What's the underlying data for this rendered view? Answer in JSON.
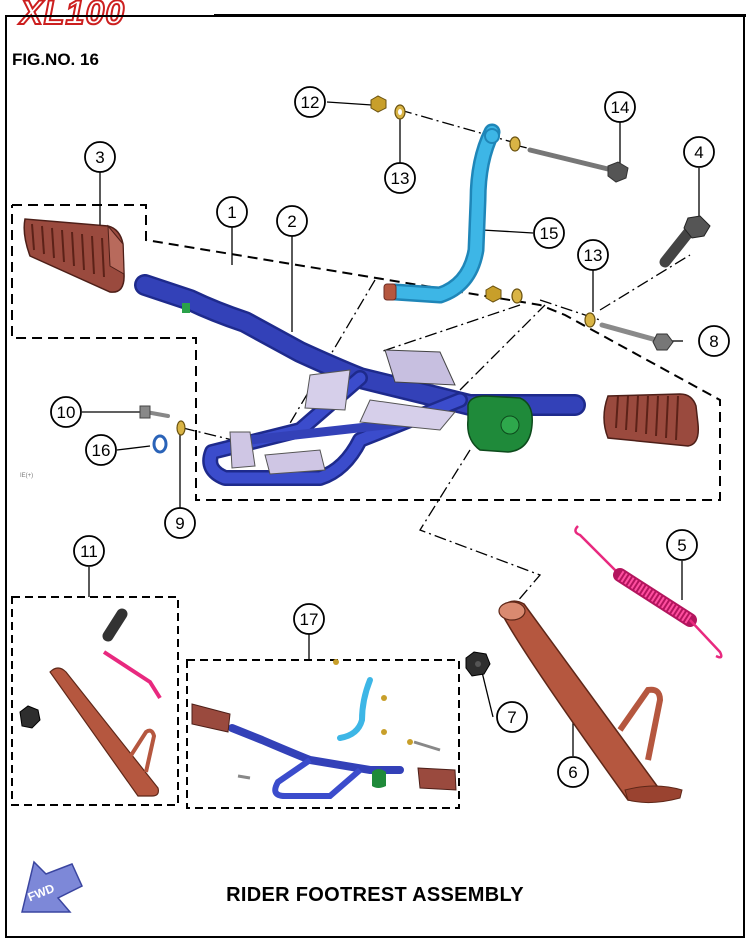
{
  "brand": "XL100",
  "figure_number": "FIG.NO. 16",
  "title": "RIDER FOOTREST ASSEMBLY",
  "fwd_label": "FWD",
  "tiny_note": "IE(+)",
  "callouts": [
    {
      "id": "c1",
      "label": "1"
    },
    {
      "id": "c2",
      "label": "2"
    },
    {
      "id": "c3",
      "label": "3"
    },
    {
      "id": "c4",
      "label": "4"
    },
    {
      "id": "c5",
      "label": "5"
    },
    {
      "id": "c6",
      "label": "6"
    },
    {
      "id": "c7",
      "label": "7"
    },
    {
      "id": "c8",
      "label": "8"
    },
    {
      "id": "c9",
      "label": "9"
    },
    {
      "id": "c10",
      "label": "10"
    },
    {
      "id": "c11",
      "label": "11"
    },
    {
      "id": "c12",
      "label": "12"
    },
    {
      "id": "c13a",
      "label": "13"
    },
    {
      "id": "c13b",
      "label": "13"
    },
    {
      "id": "c14",
      "label": "14"
    },
    {
      "id": "c15",
      "label": "15"
    },
    {
      "id": "c16",
      "label": "16"
    },
    {
      "id": "c17",
      "label": "17"
    }
  ],
  "colors": {
    "frame": "#3341b8",
    "frame_dark": "#1e2a8c",
    "footrest": "#a9564a",
    "footrest_dark": "#6e2d24",
    "stand": "#b5573f",
    "spring": "#e8297f",
    "bracket": "#3db6e6",
    "bolt": "#6e6e6e",
    "nut": "#2e2e2e",
    "washer": "#c89f2a",
    "plate": "#c7bfe0",
    "green": "#1f8a3a",
    "fwd": "#7d88d8"
  }
}
